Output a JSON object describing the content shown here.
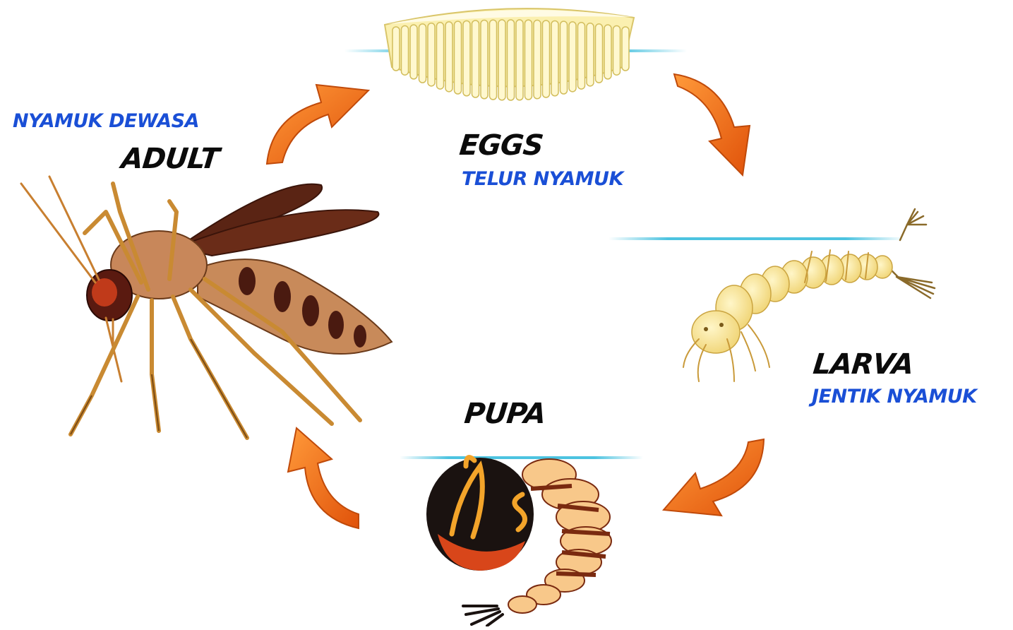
{
  "stages": {
    "eggs": {
      "label": "EGGS",
      "sublabel": "TELUR NYAMUK"
    },
    "larva": {
      "label": "LARVA",
      "sublabel": "JENTIK NYAMUK"
    },
    "pupa": {
      "label": "PUPA"
    },
    "adult": {
      "label": "ADULT",
      "sublabel": "NYAMUK DEWASA"
    }
  },
  "colors": {
    "arrow": "#f06a14",
    "arrow_dark": "#b8410a",
    "water_line": "#4cc3e0",
    "english_label": "#0b0b0b",
    "indonesian_label": "#1a4fd6",
    "egg": "#fbf0b0",
    "larva": "#f7e28a",
    "pupa_head": "#1a1210",
    "pupa_body": "#f8c88a",
    "mosquito_body": "#c88a5a",
    "mosquito_wing": "#5a2414"
  },
  "icons": {
    "arrows": "orange-curved-arrow",
    "eggs": "egg-raft-illustration",
    "larva": "larva-illustration",
    "pupa": "pupa-illustration",
    "adult": "adult-mosquito-illustration"
  }
}
